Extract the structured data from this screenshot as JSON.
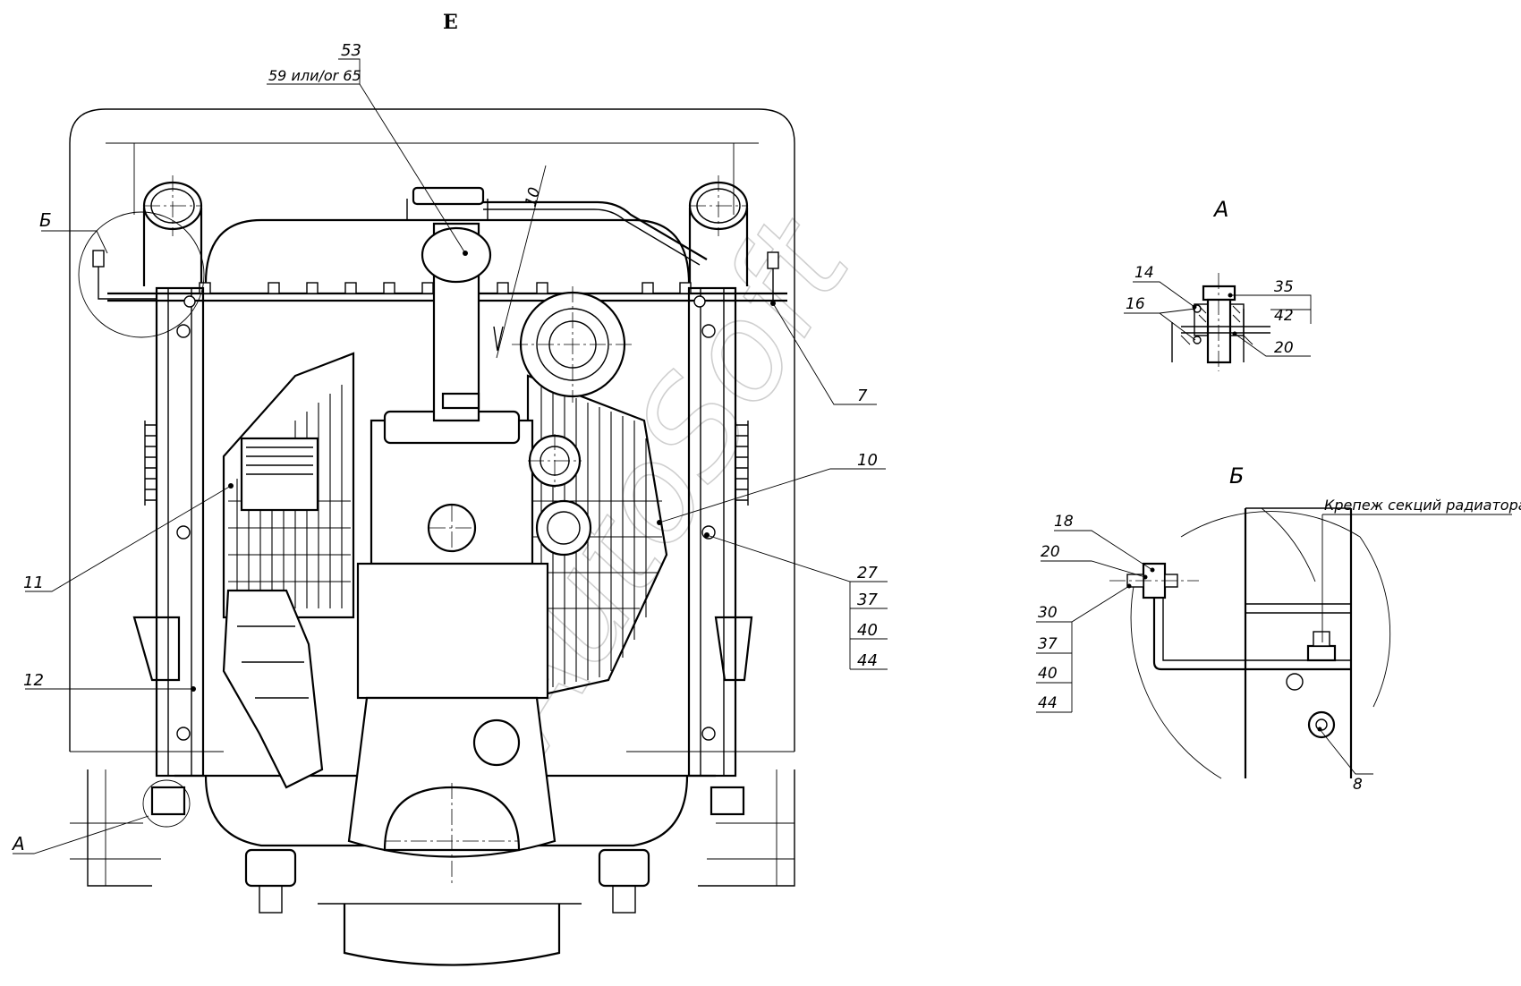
{
  "views": {
    "main": "E",
    "detail_a": "А",
    "detail_b": "Б"
  },
  "main_callouts": {
    "c53": "53",
    "c59_65": "59 или/or 65",
    "b_marker": "Б",
    "c10_top": "10",
    "c7": "7",
    "c10_mid": "10",
    "c11": "11",
    "c12": "12",
    "c27": "27",
    "c37": "37",
    "c40": "40",
    "c44": "44",
    "a_marker": "А"
  },
  "detail_a_callouts": {
    "c14": "14",
    "c16": "16",
    "c35": "35",
    "c42": "42",
    "c20": "20"
  },
  "detail_b_callouts": {
    "c18": "18",
    "c20": "20",
    "c30": "30",
    "c37": "37",
    "c40": "40",
    "c44": "44",
    "c8": "8",
    "note": "Крепеж секций радиатора"
  },
  "watermark": "AutoSoft"
}
